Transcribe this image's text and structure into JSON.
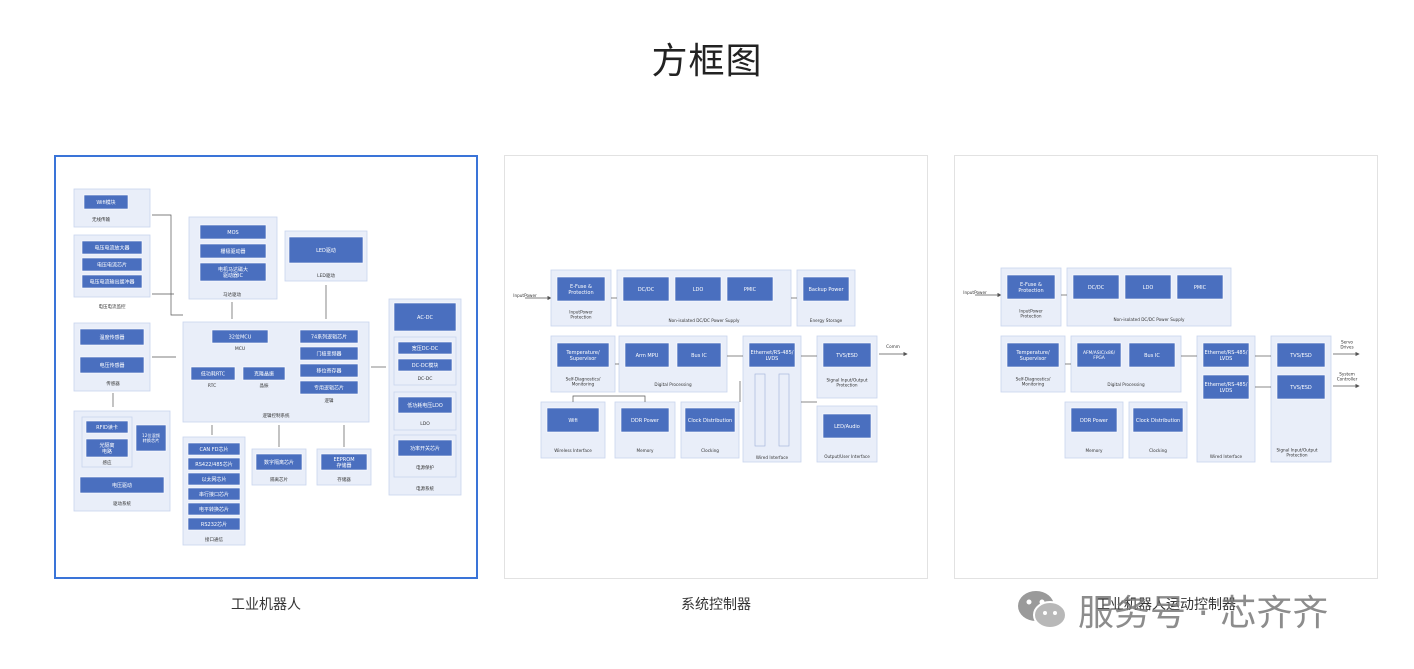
{
  "page": {
    "title": "方框图"
  },
  "colors": {
    "box": "#4a6fbf",
    "panel": "#e9eef9",
    "panel_border": "#c9d4ee",
    "selected_border": "#3a74d8"
  },
  "cards": [
    {
      "caption": "工业机器人",
      "selected": true,
      "labels": {
        "wifi": "Wifi模块",
        "wireless": "无线传输",
        "amp1": "电压电流放大器",
        "amp2": "电压电流芯片",
        "amp3": "电压电流输出缓冲器",
        "sense": "电压电流监控",
        "mos": "MOS",
        "gate": "栅极驱动器",
        "motor_ic": "电机马达磁大\n驱动器IC",
        "motor_drive": "马达驱动",
        "led_drive1": "LED驱动",
        "led_drive2": "LED驱动",
        "temp1": "温度传感器",
        "temp2": "电压传感器",
        "sensor": "传感器",
        "mcu_box": "32位MCU",
        "mcu": "MCU",
        "rtc_box": "低功耗RTC",
        "rtc": "RTC",
        "display_box": "克隆晶振",
        "display": "晶振",
        "logic1": "74系列逻辑芯片",
        "logic2": "门极变频器",
        "logic3": "移位寄存器",
        "logic4": "专用逻辑芯片",
        "logic": "逻辑",
        "control": "逻辑控制系统",
        "acdc": "AC-DC",
        "dcdc1": "宽压DC-DC",
        "dcdc2": "DC-DC模块",
        "dcdc": "DC-DC",
        "ldo_box": "低功耗电压LDO",
        "ldo": "LDO",
        "power_sw": "功率开关芯片",
        "power_prot": "电源保护",
        "power_sys": "电源系统",
        "rfid1": "RFID读卡",
        "rfid2": "光隔离\n电路",
        "rfid3": "12位混频\n转换芯片",
        "rfid": "感应",
        "drive_ic": "电压驱动",
        "drive": "驱动系统",
        "if1": "CAN FD芯片",
        "if2": "RS422/485芯片",
        "if3": "以太网芯片",
        "if4": "串行接口芯片",
        "if5": "电平转换芯片",
        "if6": "RS232芯片",
        "if": "接口通信",
        "iso_box": "数字隔离芯片",
        "iso": "隔离芯片",
        "eeprom_box": "EEPROM\n存储器",
        "eeprom": "存储器"
      }
    },
    {
      "caption": "系统控制器",
      "selected": false,
      "labels": {
        "input_power": "InputPower",
        "efuse": "E-Fuse &\nProtection",
        "input_prot": "InputPower\nProtection",
        "dcdc": "DC/DC",
        "ldo": "LDO",
        "pmic": "PMIC",
        "noniso": "Non-isolated DC/DC Power Supply",
        "backup": "Backup Power",
        "energy": "Energy Storage",
        "temp": "Temperature/\nSupervisor",
        "selfdiag": "Self-Diagnostics/\nMonitoring",
        "arm": "Arm MPU",
        "busic": "Bus IC",
        "digital": "Digital Processing",
        "eth": "Ethernet/RS-485/\nLVDS",
        "wired": "Wired Interface",
        "tvs": "TVS/ESD",
        "signal": "Signal Input/Output\nProtection",
        "comm": "Comm",
        "wifi": "Wifi",
        "wireless": "Wireless Interface",
        "ddr": "DDR Power",
        "memory": "Memory",
        "clkdist": "Clock Distribution",
        "clocking": "Clocking",
        "led": "LED/Audio",
        "output_ui": "Output/User Interface"
      }
    },
    {
      "caption": "工业机器人运动控制器",
      "selected": false,
      "labels": {
        "input_power": "InputPower",
        "efuse": "E-Fuse &\nProtection",
        "input_prot": "InputPower\nProtection",
        "dcdc": "DC/DC",
        "ldo": "LDO",
        "pmic": "PMIC",
        "noniso": "Non-isolated DC/DC Power Supply",
        "temp": "Temperature/\nSupervisor",
        "selfdiag": "Self-Diagnostics/\nMonitoring",
        "fpga": "AFM/ASIC/x86/\nFPGA",
        "busic": "Bus IC",
        "digital": "Digital Processing",
        "eth1": "Ethernet/RS-485/\nLVDS",
        "eth2": "Ethernet/RS-485/\nLVDS",
        "wired": "Wired Interface",
        "tvs1": "TVS/ESD",
        "tvs2": "TVS/ESD",
        "signal": "Signal Input/Output\nProtection",
        "servo": "Servo\nDrives",
        "sysctl": "System\nController",
        "ddr": "DDR Power",
        "memory": "Memory",
        "clkdist": "Clock Distribution",
        "clocking": "Clocking"
      }
    }
  ],
  "watermark": {
    "text": "服务号 · 芯齐齐",
    "icon": "wechat-icon"
  }
}
